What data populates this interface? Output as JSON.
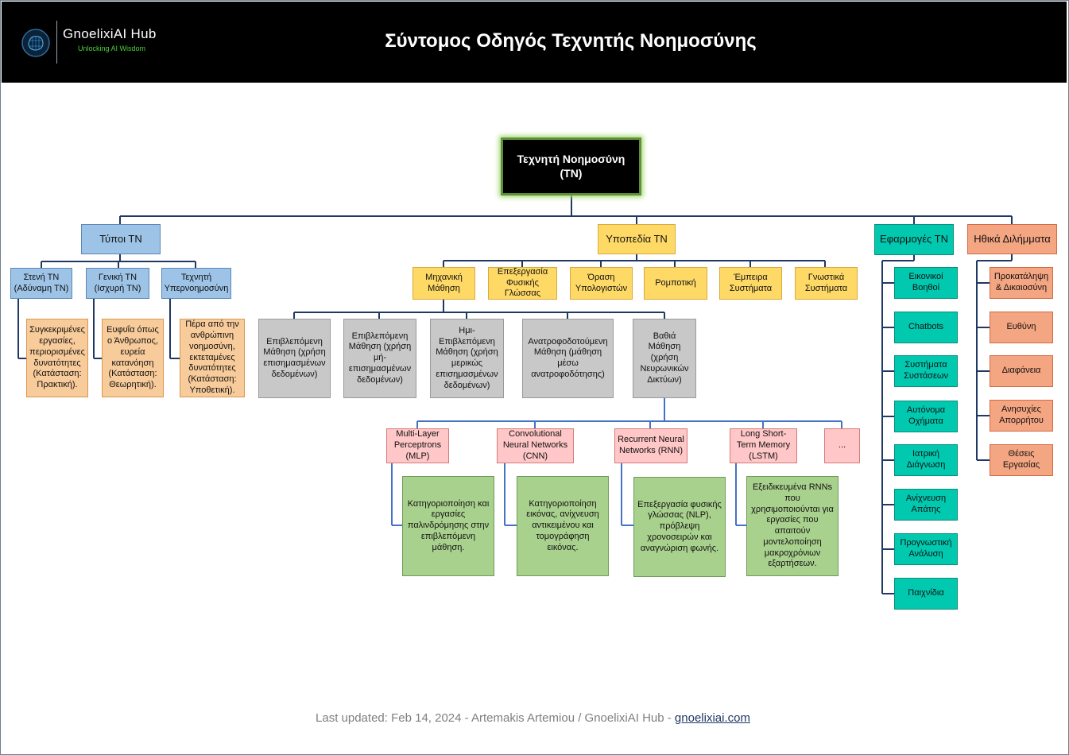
{
  "header": {
    "brand_name": "GnoelixiAI Hub",
    "brand_tagline": "Unlocking AI Wisdom",
    "title": "Σύντομος Οδηγός Τεχνητής Νοημοσύνης"
  },
  "root": {
    "label": "Τεχνητή Νοημοσύνη\n(ΤΝ)"
  },
  "types": {
    "label": "Τύποι ΤΝ",
    "items": [
      {
        "label": "Στενή ΤΝ\n(Αδύναμη ΤΝ)",
        "desc": "Συγκεκριμένες εργασίες, περιορισμένες δυνατότητες (Κατάσταση: Πρακτική)."
      },
      {
        "label": "Γενική ΤΝ\n(Ισχυρή ΤΝ)",
        "desc": "Ευφυΐα όπως ο Άνθρωπος, ευρεία κατανόηση (Κατάσταση: Θεωρητική)."
      },
      {
        "label": "Τεχνητή Υπερνοημοσύνη",
        "desc": "Πέρα από την ανθρώπινη νοημοσύνη, εκτεταμένες δυνατότητες (Κατάσταση: Υποθετική)."
      }
    ]
  },
  "subfields": {
    "label": "Υποπεδία ΤΝ",
    "items": [
      "Μηχανική Μάθηση",
      "Επεξεργασία Φυσικής Γλώσσας",
      "Όραση Υπολογιστών",
      "Ρομποτική",
      "Έμπειρα Συστήματα",
      "Γνωστικά Συστήματα"
    ]
  },
  "ml_types": [
    "Επιβλεπόμενη Μάθηση (χρήση επισημασμένων δεδομένων)",
    "Επιβλεπόμενη Μάθηση (χρήση μή-επισημασμένων δεδομένων)",
    "Ημι-Επιβλεπόμενη Μάθηση (χρήση μερικώς επισημασμένων δεδομένων)",
    "Ανατροφοδοτούμενη Μάθηση (μάθηση μέσω ανατροφοδότησης)",
    "Βαθιά Μάθηση (χρήση Νευρωνικών Δικτύων)"
  ],
  "networks": [
    {
      "label": "Multi-Layer Perceptrons (MLP)",
      "desc": "Κατηγοριοποίηση και εργασίες παλινδρόμησης στην επιβλεπόμενη μάθηση."
    },
    {
      "label": "Convolutional Neural Networks (CNN)",
      "desc": "Κατηγοριοποίηση εικόνας, ανίχνευση αντικειμένου και τομογράφηση εικόνας."
    },
    {
      "label": "Recurrent Neural Networks (RNN)",
      "desc": "Επεξεργασία φυσικής γλώσσας (NLP), πρόβλεψη χρονοσειρών και αναγνώριση φωνής."
    },
    {
      "label": "Long Short-Term Memory (LSTM)",
      "desc": "Εξειδικευμένα RNNs που χρησιμοποιούνται για εργασίες που απαιτούν μοντελοποίηση μακροχρόνιων εξαρτήσεων."
    },
    {
      "label": "..."
    }
  ],
  "applications": {
    "label": "Εφαρμογές ΤΝ",
    "items": [
      "Εικονικοί Βοηθοί",
      "Chatbots",
      "Συστήματα Συστάσεων",
      "Αυτόνομα Οχήματα",
      "Ιατρική Διάγνωση",
      "Ανίχνευση Απάτης",
      "Προγνωστική Ανάλυση",
      "Παιχνίδια"
    ]
  },
  "ethics": {
    "label": "Ηθικά Διλήμματα",
    "items": [
      "Προκατάληψη & Δικαιοσύνη",
      "Ευθύνη",
      "Διαφάνεια",
      "Ανησυχίες Απορρήτου",
      "Θέσεις Εργασίας"
    ]
  },
  "footer": {
    "text": "Last updated: Feb 14, 2024 - Artemakis Artemiou / GnoelixiAI Hub - ",
    "link": "gnoelixiai.com"
  },
  "colors": {
    "types": "#9dc3e6",
    "type_desc": "#f8cb9b",
    "subfields": "#ffd966",
    "ml": "#c8c8c8",
    "networks": "#ffc7c7",
    "network_desc": "#a9d18e",
    "applications": "#00c9b0",
    "ethics": "#f4a582"
  }
}
